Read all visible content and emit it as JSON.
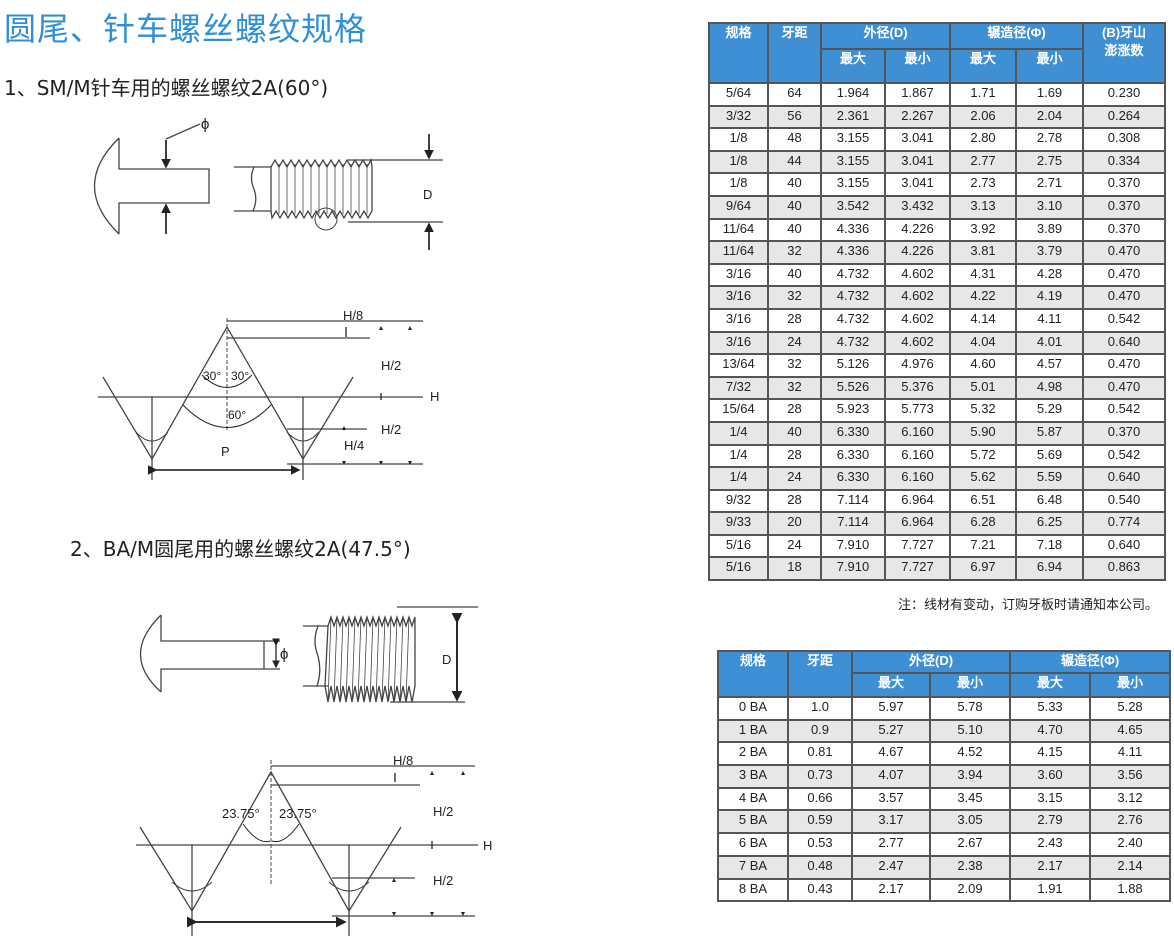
{
  "title": "圆尾、针车螺丝螺纹规格",
  "section1": {
    "heading": "1、SM/M针车用的螺丝螺纹2A(60°)",
    "labels": {
      "phi": "ϕ",
      "D": "D",
      "h8": "H/8",
      "h2a": "H/2",
      "H": "H",
      "h2b": "H/2",
      "h4": "H/4",
      "P": "P",
      "a30l": "30°",
      "a30r": "30°",
      "a60": "60°"
    }
  },
  "section2": {
    "heading": "2、BA/M圆尾用的螺丝螺纹2A(47.5°)",
    "labels": {
      "phi": "ϕ",
      "D": "D",
      "h8": "H/8",
      "h2a": "H/2",
      "H": "H",
      "h2b": "H/2",
      "al": "23.75°",
      "ar": "23.75°"
    }
  },
  "table1": {
    "headers": {
      "spec": "规格",
      "pitch": "牙距",
      "outer": "外径(D)",
      "roll": "辗造径(Φ)",
      "b": "(B)牙山澎涨数",
      "max": "最大",
      "min": "最小"
    },
    "rows": [
      [
        "5/64",
        "64",
        "1.964",
        "1.867",
        "1.71",
        "1.69",
        "0.230"
      ],
      [
        "3/32",
        "56",
        "2.361",
        "2.267",
        "2.06",
        "2.04",
        "0.264"
      ],
      [
        "1/8",
        "48",
        "3.155",
        "3.041",
        "2.80",
        "2.78",
        "0.308"
      ],
      [
        "1/8",
        "44",
        "3.155",
        "3.041",
        "2.77",
        "2.75",
        "0.334"
      ],
      [
        "1/8",
        "40",
        "3.155",
        "3.041",
        "2.73",
        "2.71",
        "0.370"
      ],
      [
        "9/64",
        "40",
        "3.542",
        "3.432",
        "3.13",
        "3.10",
        "0.370"
      ],
      [
        "11/64",
        "40",
        "4.336",
        "4.226",
        "3.92",
        "3.89",
        "0.370"
      ],
      [
        "11/64",
        "32",
        "4.336",
        "4.226",
        "3.81",
        "3.79",
        "0.470"
      ],
      [
        "3/16",
        "40",
        "4.732",
        "4.602",
        "4.31",
        "4.28",
        "0.470"
      ],
      [
        "3/16",
        "32",
        "4.732",
        "4.602",
        "4.22",
        "4.19",
        "0.470"
      ],
      [
        "3/16",
        "28",
        "4.732",
        "4.602",
        "4.14",
        "4.11",
        "0.542"
      ],
      [
        "3/16",
        "24",
        "4.732",
        "4.602",
        "4.04",
        "4.01",
        "0.640"
      ],
      [
        "13/64",
        "32",
        "5.126",
        "4.976",
        "4.60",
        "4.57",
        "0.470"
      ],
      [
        "7/32",
        "32",
        "5.526",
        "5.376",
        "5.01",
        "4.98",
        "0.470"
      ],
      [
        "15/64",
        "28",
        "5.923",
        "5.773",
        "5.32",
        "5.29",
        "0.542"
      ],
      [
        "1/4",
        "40",
        "6.330",
        "6.160",
        "5.90",
        "5.87",
        "0.370"
      ],
      [
        "1/4",
        "28",
        "6.330",
        "6.160",
        "5.72",
        "5.69",
        "0.542"
      ],
      [
        "1/4",
        "24",
        "6.330",
        "6.160",
        "5.62",
        "5.59",
        "0.640"
      ],
      [
        "9/32",
        "28",
        "7.114",
        "6.964",
        "6.51",
        "6.48",
        "0.540"
      ],
      [
        "9/33",
        "20",
        "7.114",
        "6.964",
        "6.28",
        "6.25",
        "0.774"
      ],
      [
        "5/16",
        "24",
        "7.910",
        "7.727",
        "7.21",
        "7.18",
        "0.640"
      ],
      [
        "5/16",
        "18",
        "7.910",
        "7.727",
        "6.97",
        "6.94",
        "0.863"
      ]
    ]
  },
  "note": "注：线材有变动，订购牙板时请通知本公司。",
  "table2": {
    "headers": {
      "spec": "规格",
      "pitch": "牙距",
      "outer": "外径(D)",
      "roll": "辗造径(Φ)",
      "max": "最大",
      "min": "最小"
    },
    "rows": [
      [
        "0 BA",
        "1.0",
        "5.97",
        "5.78",
        "5.33",
        "5.28"
      ],
      [
        "1 BA",
        "0.9",
        "5.27",
        "5.10",
        "4.70",
        "4.65"
      ],
      [
        "2 BA",
        "0.81",
        "4.67",
        "4.52",
        "4.15",
        "4.11"
      ],
      [
        "3 BA",
        "0.73",
        "4.07",
        "3.94",
        "3.60",
        "3.56"
      ],
      [
        "4 BA",
        "0.66",
        "3.57",
        "3.45",
        "3.15",
        "3.12"
      ],
      [
        "5 BA",
        "0.59",
        "3.17",
        "3.05",
        "2.79",
        "2.76"
      ],
      [
        "6 BA",
        "0.53",
        "2.77",
        "2.67",
        "2.43",
        "2.40"
      ],
      [
        "7 BA",
        "0.48",
        "2.47",
        "2.38",
        "2.17",
        "2.14"
      ],
      [
        "8 BA",
        "0.43",
        "2.17",
        "2.09",
        "1.91",
        "1.88"
      ]
    ]
  },
  "colors": {
    "accent": "#2f8fd8",
    "header": "#3f8fd4",
    "alt_row": "#e6e7e9"
  }
}
